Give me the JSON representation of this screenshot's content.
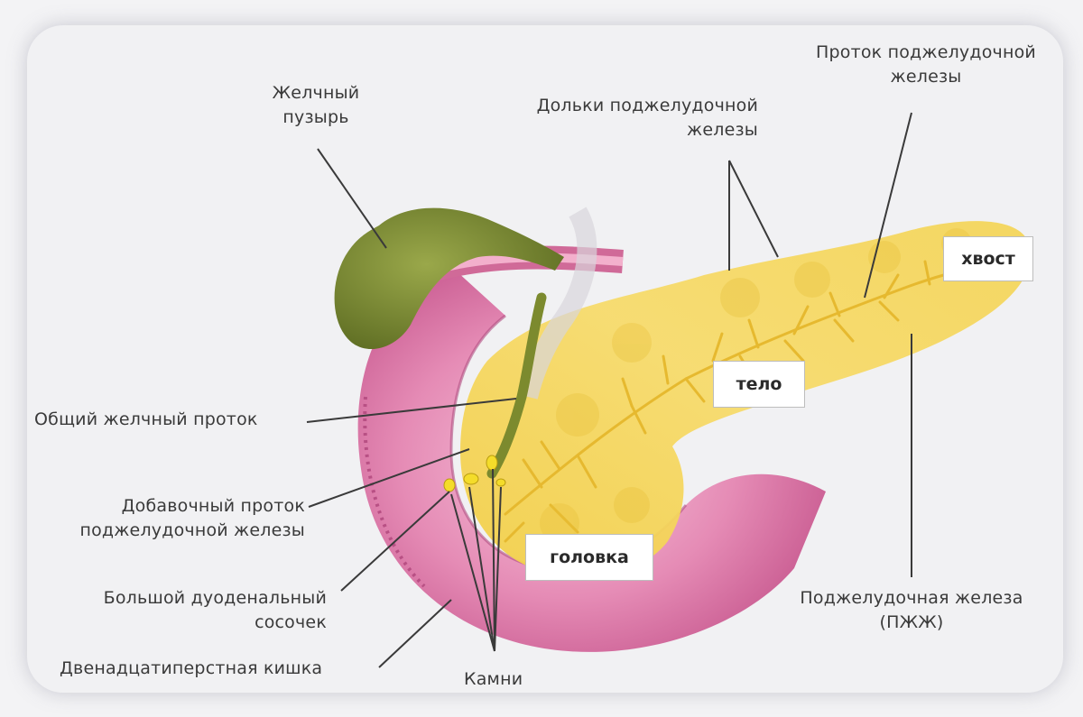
{
  "labels": {
    "gallbladder": "Желчный\nпузырь",
    "pancreas_duct": "Проток поджелудочной\nжелезы",
    "pancreas_lobules": "Дольки поджелудочной\nжелезы",
    "common_bile_duct": "Общий желчный проток",
    "accessory_duct": "Добавочный проток\nподжелудочной железы",
    "major_papilla": "Большой дуоденальный\nсосочек",
    "duodenum": "Двенадцатиперстная кишка",
    "stones": "Камни",
    "pancreas": "Поджелудочная железа\n(ПЖЖ)"
  },
  "boxes": {
    "tail": "хвост",
    "body": "тело",
    "head": "головка"
  }
}
